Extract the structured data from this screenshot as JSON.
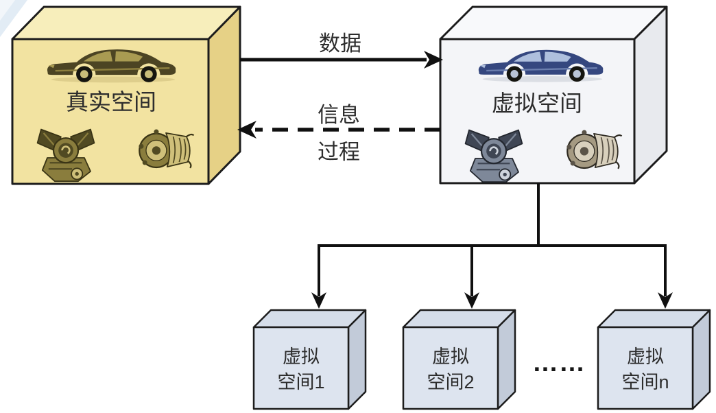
{
  "boxes": {
    "real_space": {
      "label": "真实空间",
      "front": "#f2e3a1",
      "top": "#f7eebb",
      "side": "#e6d186"
    },
    "virtual_space": {
      "label": "虚拟空间",
      "front": "#f4f5f8",
      "top": "#f8f9fb",
      "side": "#e8eaee"
    },
    "sub_spaces": [
      {
        "line1": "虚拟",
        "line2": "空间1"
      },
      {
        "line1": "虚拟",
        "line2": "空间2"
      },
      {
        "line1": "虚拟",
        "line2": "空间n"
      }
    ],
    "sub_colors": {
      "front": "#dde4ef",
      "top": "#d5dde9",
      "side": "#c2cbd9"
    }
  },
  "arrows": {
    "data_label": "数据",
    "info_label_line1": "信息",
    "info_label_line2": "过程",
    "stroke": "#101010"
  },
  "ellipsis": "……",
  "icons": {
    "real_car": "car-icon",
    "real_engine": "engine-icon",
    "real_gearbox": "gearbox-icon",
    "virtual_car": "car-icon",
    "virtual_engine": "engine-icon",
    "virtual_gearbox": "gearbox-icon"
  },
  "text_color": "#2d2d2d"
}
